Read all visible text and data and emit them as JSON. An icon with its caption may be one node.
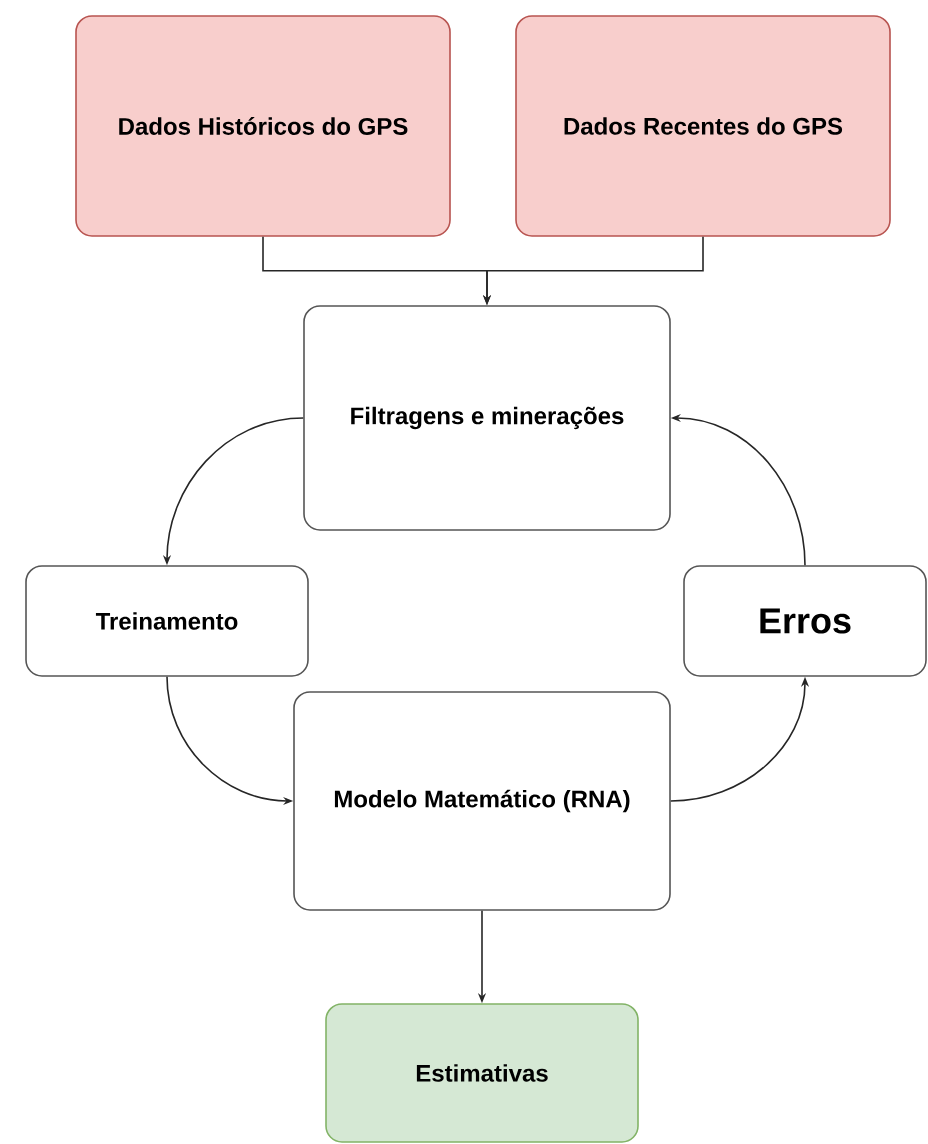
{
  "diagram": {
    "nodes": [
      {
        "text": [
          "Dados Históricos do GPS"
        ]
      },
      {
        "text": [
          "Dados Recentes do GPS"
        ]
      },
      {
        "text": [
          "Filtragens e minerações"
        ]
      },
      {
        "text": [
          "Treinamento"
        ]
      },
      {
        "text": [
          "Erros"
        ]
      },
      {
        "text": [
          "Modelo Matemático (RNA)"
        ]
      },
      {
        "text": [
          "Estimativas"
        ]
      }
    ],
    "edges": [
      {
        "from": 0,
        "to": 2,
        "arrow": "to"
      },
      {
        "from": 1,
        "to": 2,
        "arrow": "to"
      },
      {
        "from": 2,
        "to": 3,
        "arrow": "to"
      },
      {
        "from": 3,
        "to": 5,
        "arrow": "to"
      },
      {
        "from": 5,
        "to": 4,
        "arrow": "to"
      },
      {
        "from": 4,
        "to": 2,
        "arrow": "to"
      },
      {
        "from": 5,
        "to": 6,
        "arrow": "to"
      }
    ]
  }
}
